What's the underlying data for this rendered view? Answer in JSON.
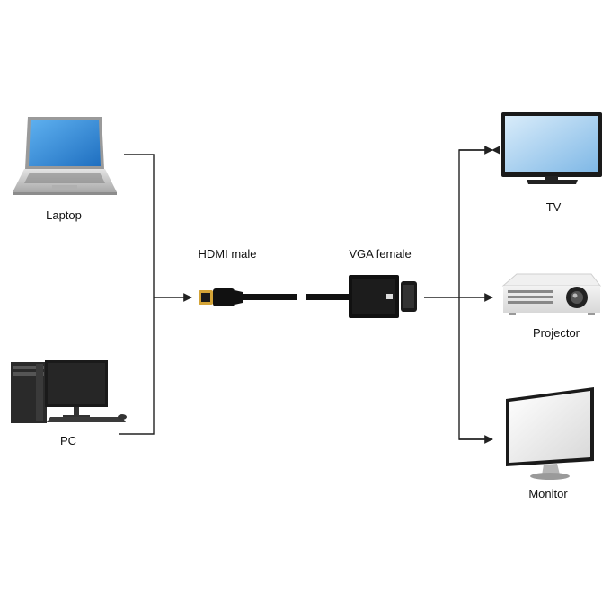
{
  "sources": [
    {
      "id": "laptop",
      "label": "Laptop",
      "icon": "laptop-icon"
    },
    {
      "id": "pc",
      "label": "PC",
      "icon": "desktop-pc-icon"
    }
  ],
  "adapter": {
    "hdmi_label": "HDMI male",
    "vga_label": "VGA female"
  },
  "destinations": [
    {
      "id": "tv",
      "label": "TV",
      "icon": "tv-icon"
    },
    {
      "id": "projector",
      "label": "Projector",
      "icon": "projector-icon"
    },
    {
      "id": "monitor",
      "label": "Monitor",
      "icon": "monitor-icon"
    }
  ],
  "colors": {
    "line": "#222222",
    "screen_blue": "#3a8fd8",
    "device_dark": "#1a1a1a",
    "silver": "#c8c8c8"
  }
}
